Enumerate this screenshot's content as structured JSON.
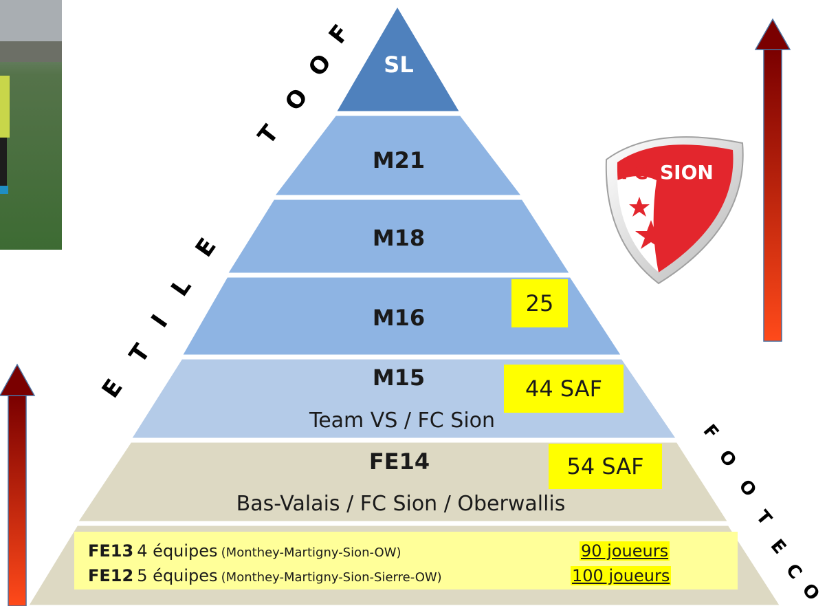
{
  "levels": [
    {
      "title": "SL",
      "subtitle": ""
    },
    {
      "title": "M21",
      "subtitle": ""
    },
    {
      "title": "M18",
      "subtitle": ""
    },
    {
      "title": "M16",
      "subtitle": ""
    },
    {
      "title": "M15",
      "subtitle": "Team VS / FC Sion"
    },
    {
      "title": "FE14",
      "subtitle": "Bas-Valais / FC Sion / Oberwallis"
    }
  ],
  "highlights": {
    "m16": "25",
    "m15": "44 SAF",
    "fe14": "54 SAF"
  },
  "bottom": {
    "row1": {
      "code": "FE13",
      "teams": "4 équipes",
      "clubs": "(Monthey-Martigny-Sion-OW)",
      "count": "90 joueurs"
    },
    "row2": {
      "code": "FE12",
      "teams": "5 équipes",
      "clubs": "(Monthey-Martigny-Sion-Sierre-OW)",
      "count": "100 joueurs"
    }
  },
  "side_words": {
    "left_top": [
      "F",
      "O",
      "O",
      "T"
    ],
    "left_mid": [
      "E",
      "L",
      "I",
      "T",
      "E"
    ],
    "right_bottom": [
      "F",
      "O",
      "O",
      "T",
      "E",
      "C",
      "O"
    ]
  },
  "logo": {
    "text_fc": "FC",
    "text_sion": "SION"
  },
  "colors": {
    "sl": "#4f81bd",
    "m21": "#8eb4e3",
    "m18": "#8eb4e3",
    "m16": "#8eb4e3",
    "m15": "#b4cbe8",
    "fe14": "#ddd9c3",
    "base": "#ddd9c3",
    "highlight": "#ffff00",
    "logo_red": "#e3262d",
    "arrow_top": "#7a0000",
    "arrow_bottom": "#ff4a1a"
  }
}
